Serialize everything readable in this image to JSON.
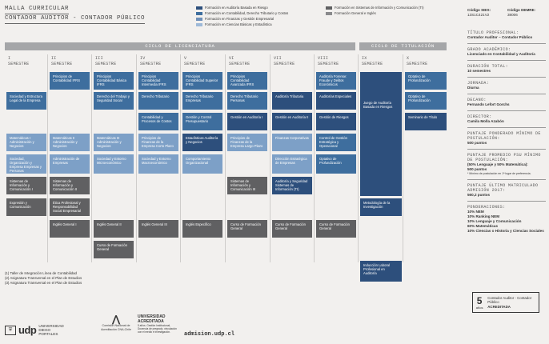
{
  "header": {
    "title_line1": "MALLA CURRICULAR",
    "title_line2": "CONTADOR AUDITOR - CONTADOR PÚBLICO"
  },
  "legend": [
    {
      "label": "Formación en Auditoría Basada en Riesgo",
      "color": "#2d4f7c"
    },
    {
      "label": "Formación en Contabilidad, Derecho Tributario y Costos",
      "color": "#3e6e9e"
    },
    {
      "label": "Formación en Finanzas y Gestión Empresarial",
      "color": "#6e8fb8"
    },
    {
      "label": "Formación en Ciencias Básicas y Estadística",
      "color": "#9eb9d8"
    },
    {
      "label": "Formación en Sistemas de Información y Comunicación (TI)",
      "color": "#606062"
    },
    {
      "label": "Formación General e Inglés",
      "color": "#8a8a8c"
    }
  ],
  "codes": {
    "sies_label": "Código SIES:",
    "sies_value": "13S1C421V2",
    "demre_label": "Código DEMRE:",
    "demre_value": "38006"
  },
  "cycles": {
    "licenciatura": "CICLO DE LICENCIATURA",
    "titulacion": "CICLO DE TITULACIÓN"
  },
  "semesters": [
    {
      "num": "I",
      "label": "SEMESTRE"
    },
    {
      "num": "II",
      "label": "SEMESTRE"
    },
    {
      "num": "III",
      "label": "SEMESTRE"
    },
    {
      "num": "IV",
      "label": "SEMESTRE"
    },
    {
      "num": "V",
      "label": "SEMESTRE"
    },
    {
      "num": "VI",
      "label": "SEMESTRE"
    },
    {
      "num": "VII",
      "label": "SEMESTRE"
    },
    {
      "num": "VIII",
      "label": "SEMESTRE"
    },
    {
      "num": "IX",
      "label": "SEMESTRE"
    },
    {
      "num": "X",
      "label": "SEMESTRE"
    }
  ],
  "courses": {
    "s1": [
      "Sociedad y Estructura Legal de la Empresa",
      "Matemáticas I Administración y Negocios",
      "Sociedad, Organización y Empresa Empresas y Personas",
      "Sistemas de Información y Comunicación I",
      "Expresión y Comunicación"
    ],
    "s2": [
      "Principios de Contabilidad IFRS",
      "Matemáticas II Administración y Negocios",
      "Administración de Empresas",
      "Sistemas de Información y Comunicación II",
      "Ética Profesional y Responsabilidad Social Empresarial",
      "Inglés General I"
    ],
    "s3": [
      "Principios Contabilidad Básica IFRS",
      "Derecho del Trabajo y Seguridad Social",
      "Matemáticas III Administración y Negocios",
      "Sociedad y Entorno Microeconómico",
      "Inglés General II",
      "Curso de Formación General"
    ],
    "s4": [
      "Principios Contabilidad Intermedia IFRS",
      "Derecho Tributario",
      "Contabilidad y Procesos de Costos",
      "Principios de Finanzas de la Empresa Corto Plazo",
      "Sociedad y Entorno Macroeconómico",
      "Inglés General III"
    ],
    "s5": [
      "Principios Contabilidad Superior IFRS",
      "Derecho Tributario Empresas",
      "Gestión y Control Presupuestario",
      "Estadísticas Auditoría y Negocios",
      "Comportamiento Organizacional",
      "Inglés Específico"
    ],
    "s6": [
      "Principios Contabilidad Avanzada IFRS",
      "Derecho Tributario Personas",
      "Gestión en Auditoría I",
      "Principios de Finanzas de la Empresa Largo Plazo",
      "Sistemas de Información y Comunicación III",
      "Curso de Formación General"
    ],
    "s7": [
      "Auditoría Tributaria",
      "Gestión en Auditoría II",
      "Finanzas Corporativas",
      "Dirección Estratégica de Empresas",
      "Auditoría y Seguridad Sistemas de Información (TI)",
      "Curso de Formación General"
    ],
    "s8": [
      "Auditoría Forense: Fraude y Delitos Económicos",
      "Auditorías Especiales",
      "Gestión de Riesgos",
      "Control de Gestión Estratégica y Operacional",
      "Optativo de Profundización",
      "Curso de Formación General"
    ],
    "s9": [
      "Juego de Auditoría Basada en Riesgos",
      "Metodología de la Investigación",
      "Inducción Laboral Profesional en Auditoría"
    ],
    "s10": [
      "Optativo de Profundización",
      "Optativo de Profundización",
      "Seminario de Título"
    ]
  },
  "notes": [
    "(1) Taller de Integración Línea de Contabilidad",
    "(2) Asignatura Transversal en el Plan de Estudios",
    "(3) Asignatura Transversal en el Plan de Estudios"
  ],
  "side": {
    "titulo_h": "TÍTULO PROFESIONAL:",
    "titulo_v": "Contador Auditor – Contador Público",
    "grado_h": "GRADO ACADÉMICO:",
    "grado_v": "Licenciado en Contabilidad y Auditoría",
    "duracion_h": "DURACIÓN TOTAL:",
    "duracion_v": "10 semestres",
    "jornada_h": "JORNADA:",
    "jornada_v": "Diurna",
    "decano_h": "DECANO:",
    "decano_v": "Fernando Lefort Gorchs",
    "director_h": "DIRECTOR:",
    "director_v": "Camila Molla Azabón",
    "pond_h": "PUNTAJE PONDERADO MÍNIMO DE POSTULACIÓN:",
    "pond_v": "500 puntos",
    "psu_h": "PUNTAJE PROMEDIO PSU MÍNIMO DE POSTULACIÓN:",
    "psu_v1": "(50% Lenguaje y 50% Matemática):",
    "psu_v2": "500 puntos",
    "psu_note": "* Mínimo de postulación en 1ª lugar de preferencia.",
    "ultimo_h": "PUNTAJE ÚLTIMO MATRICULADO ADMISIÓN 2017:",
    "ultimo_v": "560,2 puntos",
    "pond2_h": "PONDERACIONES:",
    "pond2_items": [
      "10% NEM",
      "10% Ranking NEM",
      "10% Lenguaje y Comunicación",
      "60% Matemáticas",
      "10% Ciencias o Historia y Ciencias Sociales"
    ],
    "accr_years": "5",
    "accr_unit": "años",
    "accr_text1": "Contador Auditor - Contador Público",
    "accr_text2": "ACREDITADA"
  },
  "footer": {
    "udp": "udp",
    "udp_name": "UNIVERSIDAD DIEGO PORTALES",
    "cna": "Comisión Nacional de Acreditación CNA-Chile",
    "accr": "UNIVERSIDAD ACREDITADA",
    "accr_detail": "5 años. Gestión Institucional, Docencia de pregrado, vinculación con el medio e investigación.",
    "url": "admision.udp.cl"
  }
}
